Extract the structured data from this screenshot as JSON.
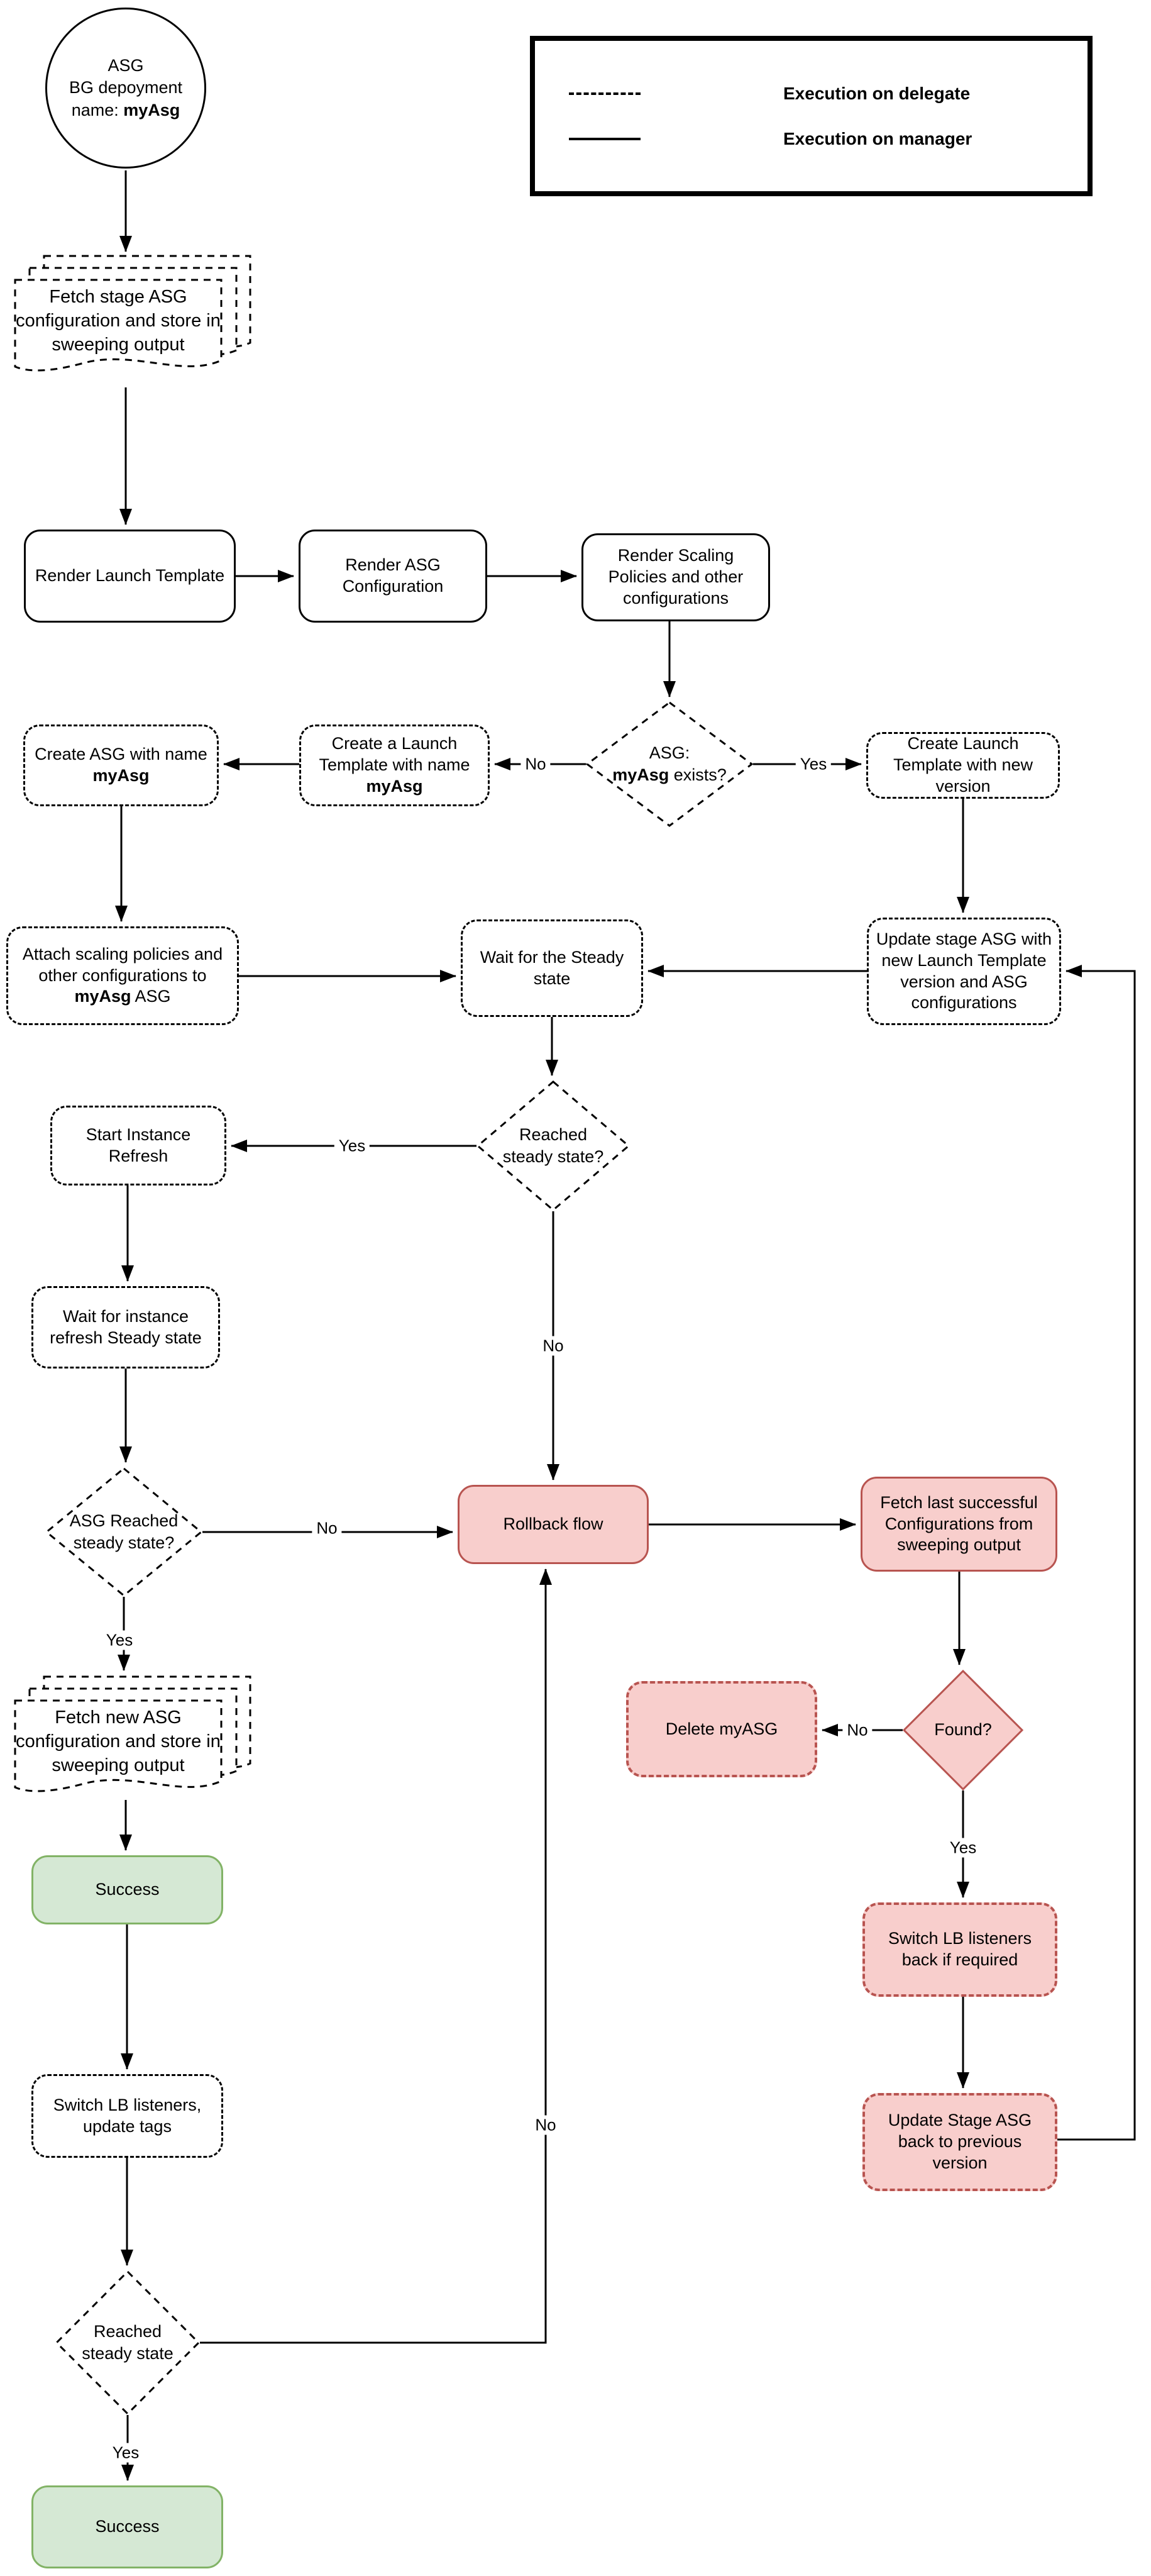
{
  "legend": {
    "items": [
      {
        "label": "Execution on delegate",
        "line_style": "dashed"
      },
      {
        "label": "Execution on manager",
        "line_style": "solid"
      }
    ]
  },
  "colors": {
    "danger_fill": "#F8CECC",
    "danger_border": "#B85450",
    "success_fill": "#D5E8D4",
    "success_border": "#82B366",
    "line": "#000000"
  },
  "nodes": {
    "start": {
      "line1": "ASG",
      "line2": "BG depoyment",
      "line3_prefix": "name: ",
      "line3_bold": "myAsg"
    },
    "fetch_stage": {
      "text": "Fetch stage ASG configuration and store in sweeping output"
    },
    "render_launch": {
      "text": "Render Launch Template"
    },
    "render_asg": {
      "text": "Render ASG Configuration"
    },
    "render_scaling": {
      "text": "Render Scaling Policies and other configurations"
    },
    "asg_exists": {
      "line1": "ASG:",
      "line2_bold": "myAsg",
      "line2_rest": " exists?"
    },
    "create_launch_myasg": {
      "prefix": "Create a Launch Template with name ",
      "bold": "myAsg"
    },
    "create_asg": {
      "prefix": "Create ASG with name ",
      "bold": "myAsg"
    },
    "create_launch_new": {
      "text": "Create Launch Template with new version"
    },
    "attach": {
      "prefix": "Attach scaling policies and other configurations to ",
      "bold": "myAsg",
      "suffix": " ASG"
    },
    "wait_steady": {
      "text": "Wait for the Steady state"
    },
    "update_stage": {
      "text": "Update stage ASG with new Launch Template version and ASG configurations"
    },
    "reached_steady": {
      "text": "Reached steady state?"
    },
    "start_refresh": {
      "text": "Start Instance Refresh"
    },
    "wait_refresh": {
      "text": "Wait for instance refresh Steady state"
    },
    "asg_reached": {
      "text": "ASG Reached steady state?"
    },
    "rollback": {
      "text": "Rollback flow"
    },
    "fetch_last": {
      "text": "Fetch last successful Configurations from sweeping output"
    },
    "found": {
      "text": "Found?"
    },
    "delete_asg": {
      "text": "Delete myASG"
    },
    "switch_back": {
      "text": "Switch LB listeners back if required"
    },
    "update_back": {
      "text": "Update Stage ASG back to previous version"
    },
    "fetch_new": {
      "text": "Fetch new ASG configuration and store in sweeping output"
    },
    "success_top": {
      "text": "Success"
    },
    "switch_lb": {
      "text": "Switch LB listeners, update tags"
    },
    "reached_steady_final": {
      "text": "Reached steady state"
    },
    "success_final": {
      "text": "Success"
    }
  },
  "edge_labels": {
    "exists_no": "No",
    "exists_yes": "Yes",
    "steady_yes": "Yes",
    "steady_no": "No",
    "asg_reached_no": "No",
    "asg_reached_yes": "Yes",
    "found_no": "No",
    "found_yes": "Yes",
    "final_no": "No",
    "final_yes": "Yes"
  }
}
